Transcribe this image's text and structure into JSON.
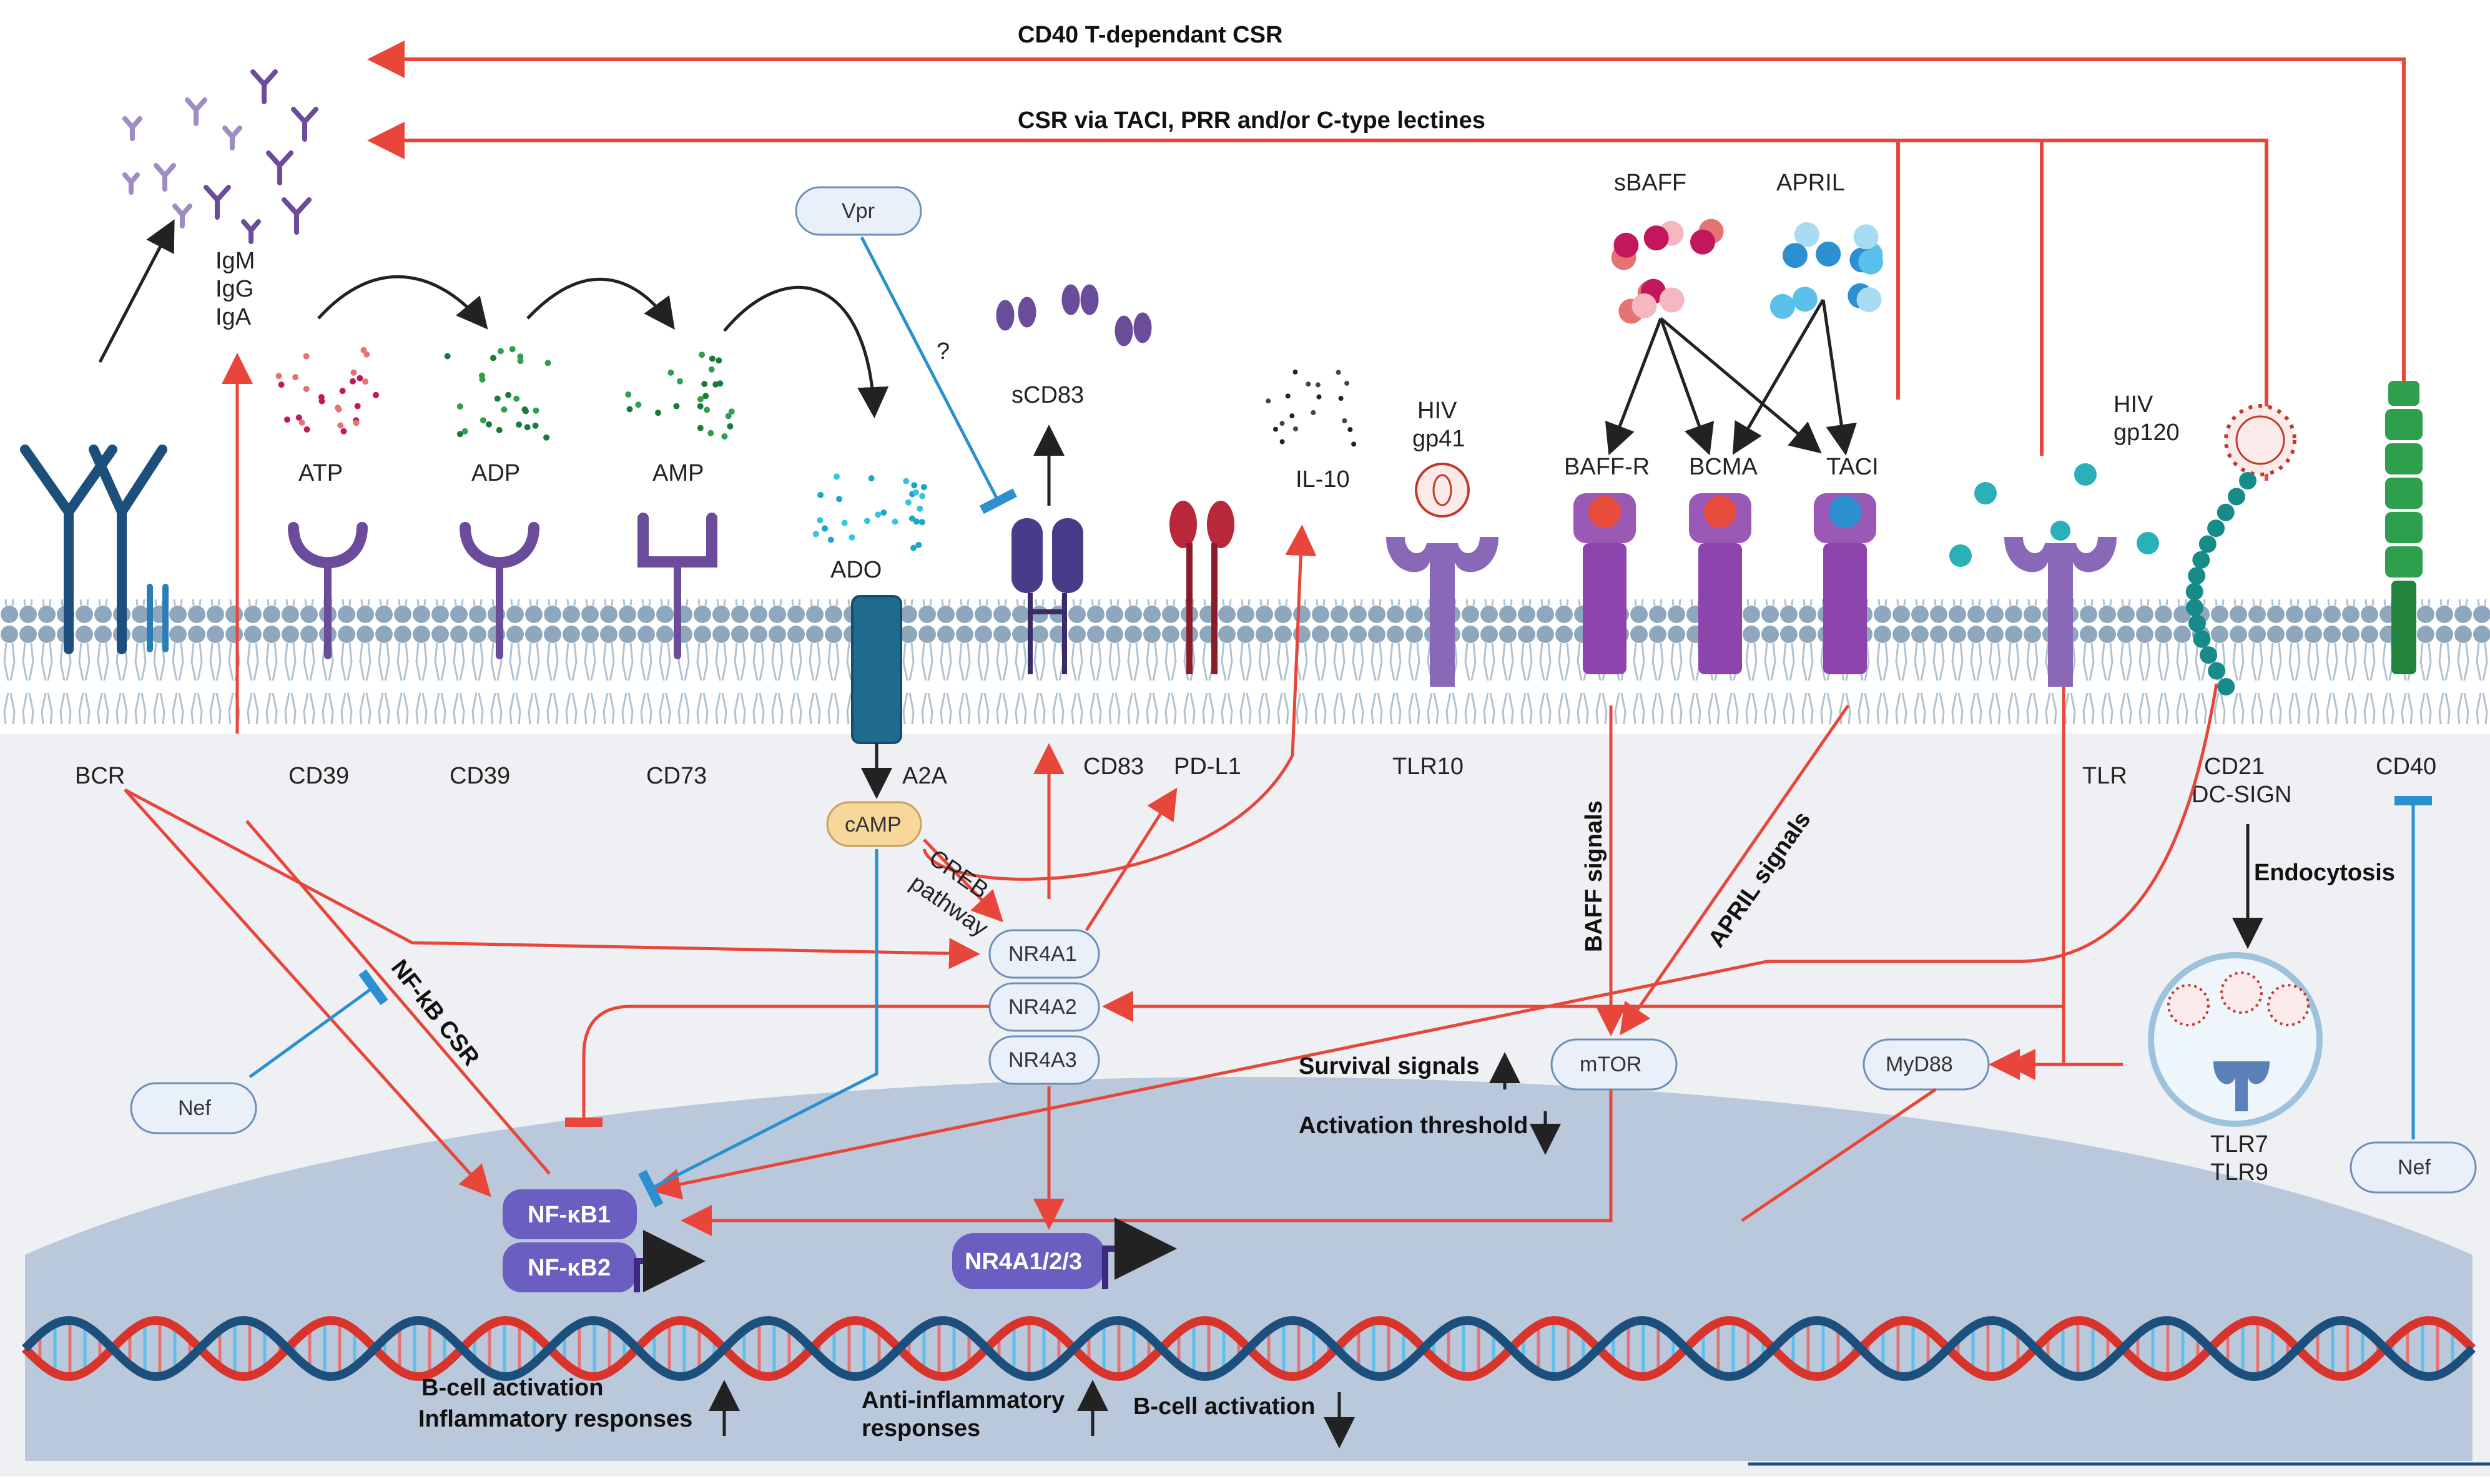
{
  "top_labels": {
    "cd40_csr": "CD40 T-dependant CSR",
    "tacicsr": "CSR via TACI, PRR and/or C-type lectines"
  },
  "immunoglobulins": [
    "IgM",
    "IgG",
    "IgA"
  ],
  "metabolites": {
    "atp": "ATP",
    "adp": "ADP",
    "amp": "AMP",
    "ado": "ADO",
    "il10": "IL-10",
    "scd83": "sCD83"
  },
  "receptors": {
    "bcr": "BCR",
    "cd39a": "CD39",
    "cd39b": "CD39",
    "cd73": "CD73",
    "a2a": "A2A",
    "cd83": "CD83",
    "pdl1": "PD-L1",
    "tlr10": "TLR10",
    "baffr": "BAFF-R",
    "bcma": "BCMA",
    "taci": "TACI",
    "tlr": "TLR",
    "cd21": "CD21",
    "dcsign": "DC-SIGN",
    "cd40": "CD40"
  },
  "ligands": {
    "sbaff": "sBAFF",
    "april": "APRIL",
    "hiv1": "HIV",
    "gp41": "gp41",
    "hiv2": "HIV",
    "gp120": "gp120"
  },
  "pills": {
    "vpr": "Vpr",
    "nef1": "Nef",
    "nef2": "Nef",
    "camp": "cAMP",
    "nr4a1": "NR4A1",
    "nr4a2": "NR4A2",
    "nr4a3": "NR4A3",
    "mtor": "mTOR",
    "myd88": "MyD88"
  },
  "nuclear": {
    "nfkb1": "NF-κB1",
    "nfkb2": "NF-κB2",
    "nr4a123": "NR4A1/2/3"
  },
  "pathway_labels": {
    "question": "?",
    "creb": "CREB",
    "pathway": "pathway",
    "nfkb_csr": "NF-kB CSR",
    "baff_signals": "BAFF signals",
    "april_signals": "APRIL signals",
    "endocytosis": "Endocytosis",
    "tlr7": "TLR7",
    "tlr9": "TLR9",
    "survival": "Survival signals",
    "activation_threshold": "Activation threshold"
  },
  "outcomes": {
    "bcell_activation_1": "B-cell activation",
    "inflammatory": "Inflammatory responses",
    "anti_inflammatory_1": "Anti-inflammatory",
    "anti_inflammatory_2": "responses",
    "bcell_activation_2": "B-cell activation"
  },
  "colors": {
    "red_arrow": "#e8463a",
    "blue_inhibit": "#2b8fd0",
    "membrane": "#8ea7bd",
    "cytoplasm": "#eef0f3",
    "nucleus": "#b9c8db",
    "purple_receptor": "#6b4c9a",
    "nf_kb": "#6a5fc1",
    "dna_red": "#d9342b",
    "dna_blue": "#1d4f7c"
  }
}
